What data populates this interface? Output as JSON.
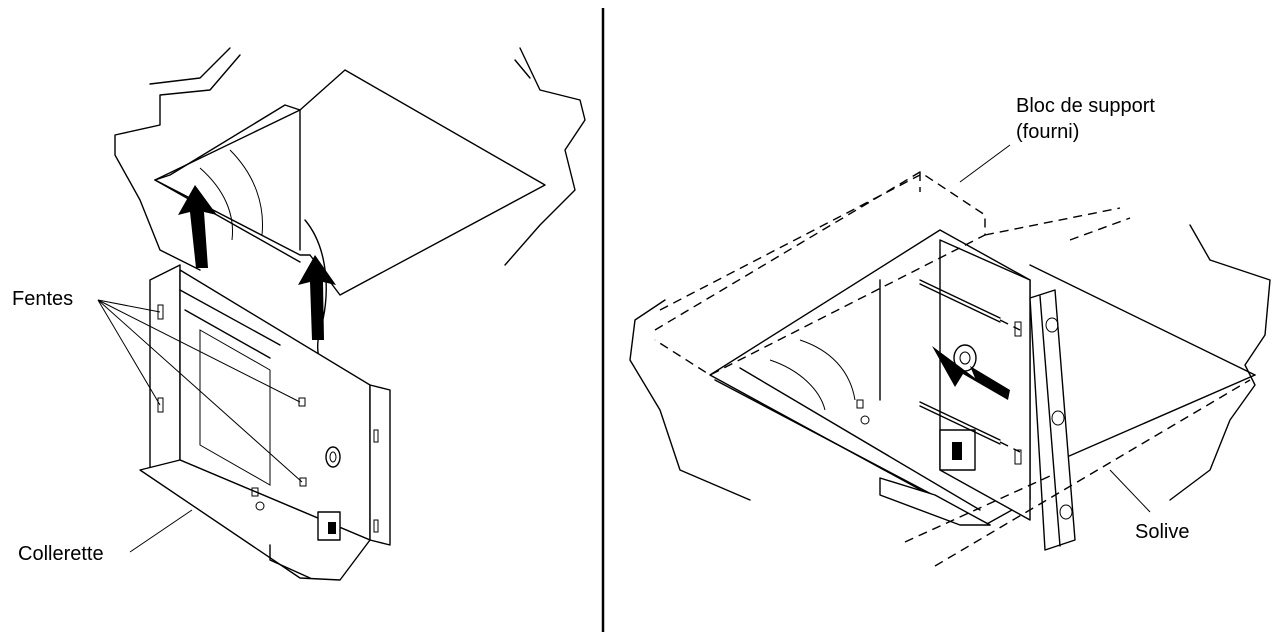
{
  "labels": {
    "fentes": "Fentes",
    "collerette": "Collerette",
    "bloc_line1": "Bloc de support",
    "bloc_line2": "(fourni)",
    "solive": "Solive"
  },
  "colors": {
    "ink": "#000000",
    "background": "#ffffff"
  },
  "icons": {
    "arrows_left": "up-arrow-icon",
    "arrow_right": "right-arrow-icon"
  }
}
